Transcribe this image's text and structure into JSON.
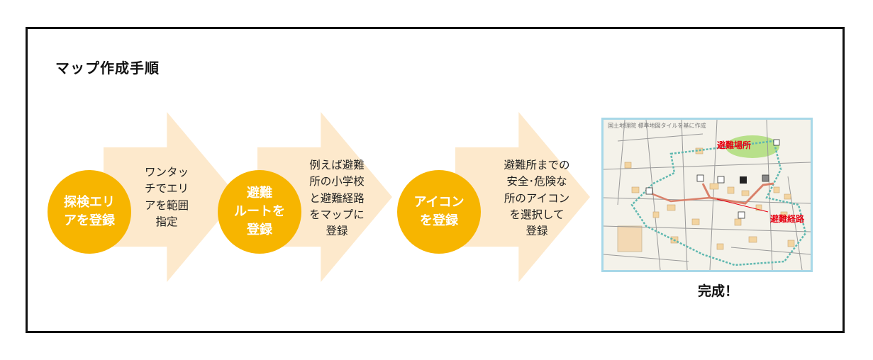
{
  "title": "マップ作成手順",
  "steps": [
    {
      "circle": "探検エリ\nアを登録",
      "desc": "ワンタッ\nチでエリ\nアを範囲\n指定"
    },
    {
      "circle": "避難\nルートを\n登録",
      "desc": "例えば避難\n所の小学校\nと避難経路\nをマップに\n登録"
    },
    {
      "circle": "アイコン\nを登録",
      "desc": "避難所までの\n安全･危険な\n所のアイコン\nを選択して\n登録"
    }
  ],
  "map": {
    "caption": "国土地理院 標準地図タイルを基に作成",
    "shelter_label": "避難場所",
    "route_label": "避難経路"
  },
  "complete_label": "完成！",
  "colors": {
    "circle": "#f7b500",
    "arrow": "#fde9cc",
    "label_red": "#e60012",
    "map_border": "#a8d8e8"
  }
}
